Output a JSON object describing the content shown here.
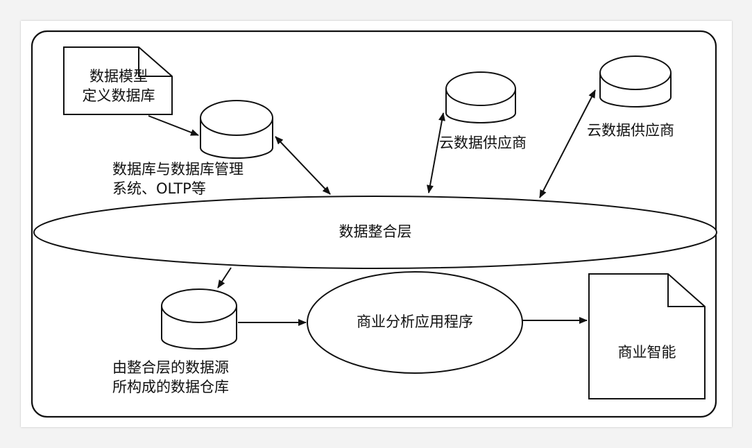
{
  "diagram": {
    "model_doc": {
      "line1": "数据模型",
      "line2": "定义数据库"
    },
    "db_dbms": {
      "line1": "数据库与数据库管理",
      "line2": "系统、OLTP等"
    },
    "cloud_1": {
      "label": "云数据供应商"
    },
    "cloud_2": {
      "label": "云数据供应商"
    },
    "integration_layer": {
      "label": "数据整合层"
    },
    "warehouse": {
      "line1": "由整合层的数据源",
      "line2": "所构成的数据仓库"
    },
    "bi_apps": {
      "label": "商业分析应用程序"
    },
    "bi": {
      "label": "商业智能"
    }
  }
}
